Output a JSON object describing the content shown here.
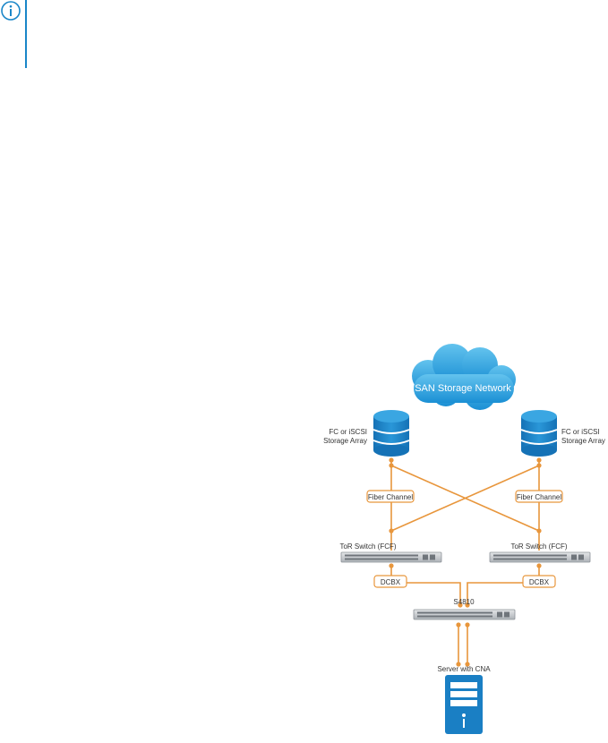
{
  "note": {
    "icon": "info-icon"
  },
  "diagram": {
    "cloud_label": "SAN Storage Network",
    "storage_left": {
      "line1": "FC or iSCSI",
      "line2": "Storage Array"
    },
    "storage_right": {
      "line1": "FC or iSCSI",
      "line2": "Storage Array"
    },
    "fiber_left": "Fiber Channel",
    "fiber_right": "Fiber Channel",
    "tor_left": "ToR Switch (FCF)",
    "tor_right": "ToR Switch (FCF)",
    "dcbx_left": "DCBX",
    "dcbx_right": "DCBX",
    "center_switch": "S4810",
    "server": "Server with CNA",
    "colors": {
      "link": "#e8963c",
      "storage": "#1a7fc4",
      "cloud": "#2a9fdc",
      "switch": "#c9cdd1",
      "server": "#1a7fc4"
    }
  }
}
